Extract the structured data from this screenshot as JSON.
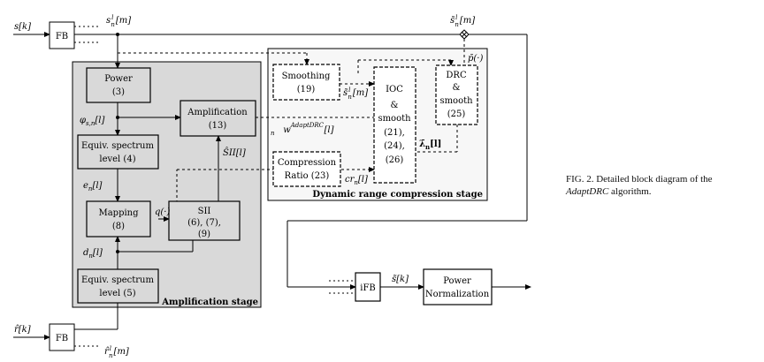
{
  "signals": {
    "s_in": {
      "base": "s[k]"
    },
    "s_n_l": {
      "base": "s",
      "sub": "n",
      "sup": "l",
      "arg": "[m]"
    },
    "s_tilde_out": {
      "base": "s̃",
      "sub": "n",
      "sup": "l",
      "arg": "[m]"
    },
    "s_tilde_mid": {
      "base": "s̃",
      "sub": "n",
      "sup": "l",
      "arg": "[m]"
    },
    "phi": {
      "base": "φ",
      "sub": "s,n",
      "arg": "[l]"
    },
    "e": {
      "base": "e",
      "sub": "n",
      "arg": "[l]"
    },
    "d": {
      "base": "d",
      "sub": "n",
      "arg": "[l]"
    },
    "q": {
      "base": "q(·)"
    },
    "w": {
      "base": "w",
      "sub": "n",
      "sup": "AdaptDRC",
      "arg": "[l]"
    },
    "SII_hat": {
      "base": "ŜII[l]"
    },
    "cr": {
      "base": "cr",
      "sub": "n",
      "arg": "[l]"
    },
    "lambda": {
      "base": "λ̄",
      "sub": "n",
      "arg": "[l]"
    },
    "p": {
      "base": "p̄(·)"
    },
    "s_ifb": {
      "base": "s̃[k]"
    },
    "r_in": {
      "base": "r̂[k]"
    },
    "r_n_l": {
      "base": "r̂",
      "sub": "n",
      "sup": "l",
      "arg": "[m]"
    }
  },
  "blocks": {
    "fb_top": [
      "FB"
    ],
    "fb_bottom": [
      "FB"
    ],
    "power": [
      "Power",
      "(3)"
    ],
    "equiv_top": [
      "Equiv. spectrum",
      "level (4)"
    ],
    "mapping": [
      "Mapping",
      "(8)"
    ],
    "equiv_bottom": [
      "Equiv. spectrum",
      "level (5)"
    ],
    "amplification": [
      "Amplification",
      "(13)"
    ],
    "sii": [
      "SII",
      "(6), (7),",
      "(9)"
    ],
    "smoothing": [
      "Smoothing",
      "(19)"
    ],
    "compression": [
      "Compression",
      "Ratio (23)"
    ],
    "ioc": [
      "IOC",
      "&",
      "smooth",
      "(21),",
      "(24),",
      "(26)"
    ],
    "drc": [
      "DRC",
      "&",
      "smooth",
      "(25)"
    ],
    "ifb": [
      "iFB"
    ],
    "power_norm": [
      "Power",
      "Normalization"
    ]
  },
  "stages": {
    "amplification": "Amplification stage",
    "drc": "Dynamic range compression stage"
  },
  "caption": {
    "prefix": "FIG. 2. Detailed block diagram of the ",
    "italic": "AdaptDRC",
    "suffix": " algorithm."
  }
}
